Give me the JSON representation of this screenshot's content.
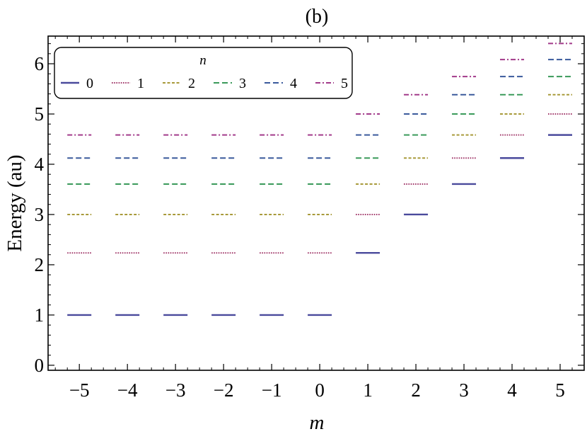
{
  "chart_data": {
    "type": "scatter",
    "title": "(b)",
    "xlabel": "m",
    "ylabel": "Energy (au)",
    "xlim": [
      -5.65,
      5.5
    ],
    "ylim": [
      -0.1,
      6.55
    ],
    "x_ticks": [
      -5,
      -4,
      -3,
      -2,
      -1,
      0,
      1,
      2,
      3,
      4,
      5
    ],
    "x_tick_labels": [
      "−5",
      "−4",
      "−3",
      "−2",
      "−1",
      "0",
      "1",
      "2",
      "3",
      "4",
      "5"
    ],
    "y_ticks": [
      0,
      1,
      2,
      3,
      4,
      5,
      6
    ],
    "y_tick_labels": [
      "0",
      "1",
      "2",
      "3",
      "4",
      "5",
      "6"
    ],
    "grid": false,
    "legend": {
      "title": "n",
      "placement": "top-left",
      "orientation": "horizontal"
    },
    "x": [
      -5,
      -4,
      -3,
      -2,
      -1,
      0,
      1,
      2,
      3,
      4,
      5
    ],
    "series": [
      {
        "name": "0",
        "color": "#4a4a9c",
        "dash": "solid",
        "values": [
          1,
          1,
          1,
          1,
          1,
          1,
          2.236,
          3,
          3.606,
          4.123,
          4.583
        ]
      },
      {
        "name": "1",
        "color": "#a23a6b",
        "dash": "dotted",
        "values": [
          2.236,
          2.236,
          2.236,
          2.236,
          2.236,
          2.236,
          3,
          3.606,
          4.123,
          4.583,
          5
        ]
      },
      {
        "name": "2",
        "color": "#a89a3a",
        "dash": "short-dash",
        "values": [
          3,
          3,
          3,
          3,
          3,
          3,
          3.606,
          4.123,
          4.583,
          5,
          5.385
        ]
      },
      {
        "name": "3",
        "color": "#3a9a5a",
        "dash": "dashed",
        "values": [
          3.606,
          3.606,
          3.606,
          3.606,
          3.606,
          3.606,
          4.123,
          4.583,
          5,
          5.385,
          5.745
        ]
      },
      {
        "name": "4",
        "color": "#3a5a9c",
        "dash": "dashed",
        "values": [
          4.123,
          4.123,
          4.123,
          4.123,
          4.123,
          4.123,
          4.583,
          5,
          5.385,
          5.745,
          6.083
        ]
      },
      {
        "name": "5",
        "color": "#a23a8a",
        "dash": "dash-dot",
        "values": [
          4.583,
          4.583,
          4.583,
          4.583,
          4.583,
          4.583,
          5,
          5.385,
          5.745,
          6.083,
          6.403
        ]
      }
    ]
  }
}
